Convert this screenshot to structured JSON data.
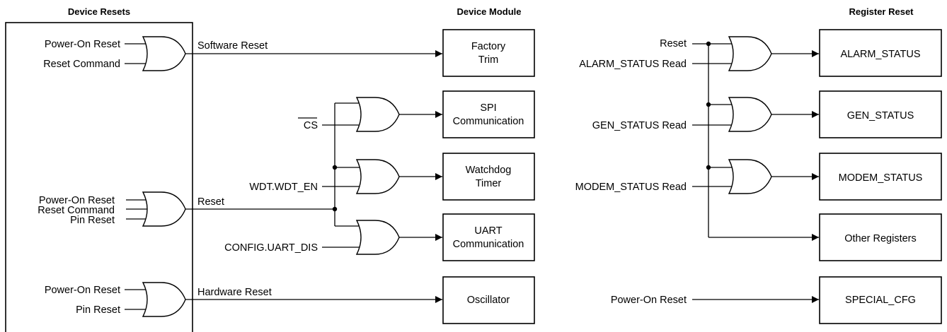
{
  "headers": {
    "device_resets": "Device Resets",
    "device_module": "Device Module",
    "register_reset": "Register Reset"
  },
  "left": {
    "g1_in1": "Power-On Reset",
    "g1_in2": "Reset Command",
    "g2_in1": "Power-On Reset",
    "g2_in2": "Reset Command",
    "g2_in3": "Pin Reset",
    "g3_in1": "Power-On Reset",
    "g3_in2": "Pin Reset"
  },
  "signals": {
    "software_reset": "Software Reset",
    "reset": "Reset",
    "hardware_reset": "Hardware Reset",
    "cs": "CS",
    "wdt_en": "WDT.WDT_EN",
    "uart_dis": "CONFIG.UART_DIS"
  },
  "modules": {
    "factory_trim": [
      "Factory",
      "Trim"
    ],
    "spi": [
      "SPI",
      "Communication"
    ],
    "watchdog": [
      "Watchdog",
      "Timer"
    ],
    "uart": [
      "UART",
      "Communication"
    ],
    "oscillator": "Oscillator"
  },
  "register": {
    "reset_in": "Reset",
    "alarm_read": "ALARM_STATUS Read",
    "gen_read": "GEN_STATUS Read",
    "modem_read": "MODEM_STATUS Read",
    "por_in": "Power-On Reset",
    "alarm_status": "ALARM_STATUS",
    "gen_status": "GEN_STATUS",
    "modem_status": "MODEM_STATUS",
    "other_registers": "Other Registers",
    "special_cfg": "SPECIAL_CFG"
  }
}
